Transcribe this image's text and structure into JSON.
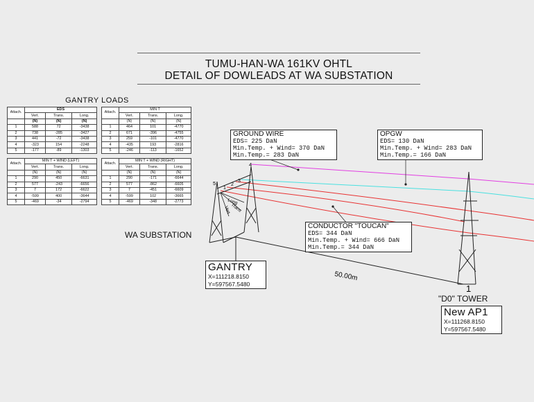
{
  "title_line1": "TUMU-HAN-WA 161KV OHTL",
  "title_line2": "DETAIL OF DOWLEADS AT WA SUBSTATION",
  "gantry_loads_title": "GANTRY  LOADS",
  "tables": [
    {
      "id": "eds",
      "group": "EDS",
      "headers": [
        "Attach.",
        "Vert.",
        "Trans.",
        "Long."
      ],
      "units": [
        "",
        "(N)",
        "(N)",
        "(N)"
      ],
      "rows": [
        [
          "1",
          "588",
          "72",
          "-3438"
        ],
        [
          "2",
          "738",
          "-285",
          "-3427"
        ],
        [
          "3",
          "441",
          "-72",
          "-3438"
        ],
        [
          "4",
          "-323",
          "154",
          "-2248"
        ],
        [
          "5",
          "-177",
          "-89",
          "-1303"
        ]
      ]
    },
    {
      "id": "min-t",
      "group": "MIN T",
      "headers": [
        "Attach.",
        "Vert.",
        "Trans.",
        "Long."
      ],
      "units": [
        "",
        "(N)",
        "(N)",
        "(N)"
      ],
      "rows": [
        [
          "1",
          "464",
          "101",
          "-4770"
        ],
        [
          "2",
          "671",
          "-396",
          "-4755"
        ],
        [
          "3",
          "259",
          "-101",
          "-4770"
        ],
        [
          "4",
          "-435",
          "193",
          "-2816"
        ],
        [
          "5",
          "-246",
          "-113",
          "-1652"
        ]
      ]
    },
    {
      "id": "min-t-wind-left",
      "group": "MIN T + WIND (LEFT)",
      "headers": [
        "Attach.",
        "Vert.",
        "Trans.",
        "Long."
      ],
      "units": [
        "",
        "(N)",
        "(N)",
        "(N)"
      ],
      "rows": [
        [
          "1",
          "290",
          "450",
          "-6631"
        ],
        [
          "2",
          "577",
          "-243",
          "-6656"
        ],
        [
          "3",
          "7",
          "172",
          "-6622"
        ],
        [
          "4",
          "-599",
          "400",
          "-3644"
        ],
        [
          "5",
          "-469",
          "-34",
          "-2794"
        ]
      ]
    },
    {
      "id": "min-t-wind-right",
      "group": "MIN T + WIND (RIGHT)",
      "headers": [
        "Attach.",
        "Vert.",
        "Trans.",
        "Long."
      ],
      "units": [
        "",
        "(N)",
        "(N)",
        "(N)"
      ],
      "rows": [
        [
          "1",
          "290",
          "-171",
          "-6644"
        ],
        [
          "2",
          "577",
          "-862",
          "-6605"
        ],
        [
          "3",
          "7",
          "-451",
          "-6609"
        ],
        [
          "4",
          "-599",
          "102",
          "-3665"
        ],
        [
          "5",
          "-469",
          "-348",
          "-2773"
        ]
      ]
    }
  ],
  "ground_wire": {
    "title": "GROUND WIRE",
    "line1": "EDS= 225 DaN",
    "line2": "Min.Temp. + Wind= 370 DaN",
    "line3": "Min.Temp.= 283 DaN"
  },
  "opgw": {
    "title": "OPGW",
    "line1": "EDS= 130 DaN",
    "line2": "Min.Temp. + Wind= 283 DaN",
    "line3": "Min.Temp.= 166 DaN"
  },
  "conductor": {
    "title": "CONDUCTOR   \"TOUCAN\"",
    "line1": "EDS= 344 DaN",
    "line2": "Min.Temp. + Wind= 666 DaN",
    "line3": "Min.Temp.= 344 DaN"
  },
  "wa_substation": "WA SUBSTATION",
  "gantry": {
    "name": "GANTRY",
    "x": "X=111218.8150",
    "y": "Y=597567.5480"
  },
  "span_label": "50.00m",
  "tower_number": "1",
  "d0_tower": "\"D0\" TOWER",
  "new_ap1": {
    "name": "New AP1",
    "x": "X=111268.8150",
    "y": "Y=597567.5480"
  },
  "attach_labels": [
    "5",
    "1",
    "2",
    "3",
    "4"
  ],
  "axis_labels": {
    "long": "Long",
    "trans": "Trans",
    "vert": "Vert"
  },
  "colors": {
    "ground_wire": "#e23ee2",
    "opgw": "#48e0e0",
    "conductor": "#e83030",
    "background": "#ececec"
  }
}
